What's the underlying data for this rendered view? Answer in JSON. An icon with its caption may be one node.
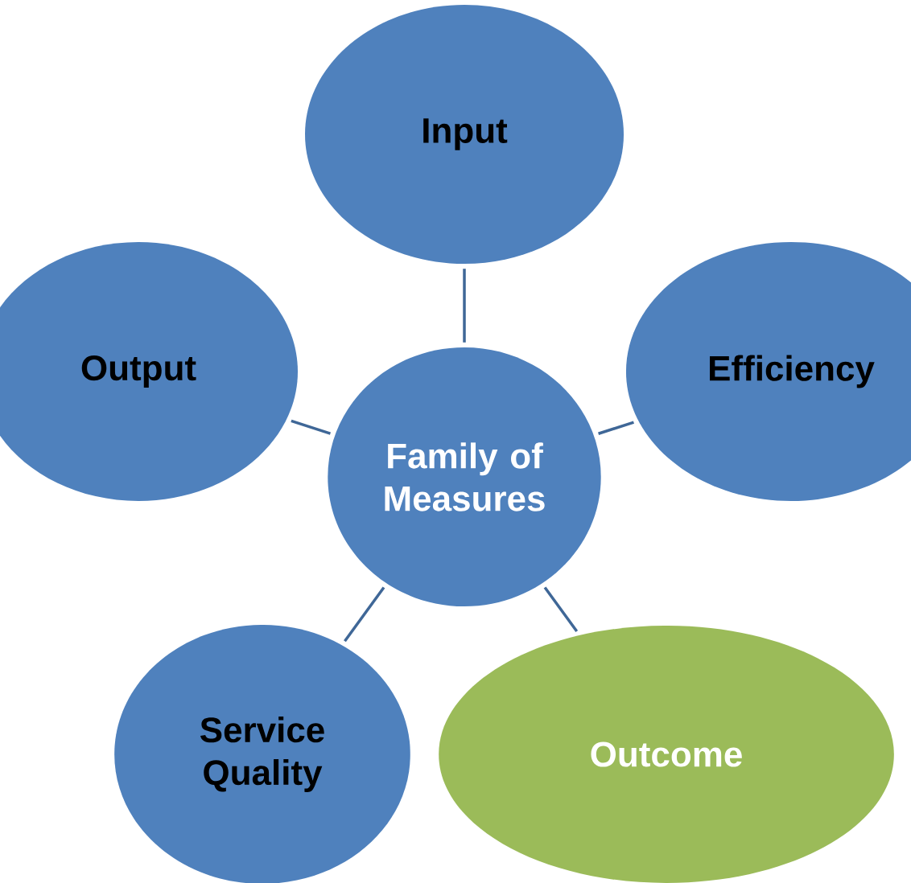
{
  "diagram": {
    "nodes": [
      {
        "text": [
          "Family of Measures"
        ]
      },
      {
        "text": [
          "Input"
        ]
      },
      {
        "text": [
          "Output"
        ]
      },
      {
        "text": [
          "Efficiency"
        ]
      },
      {
        "text": [
          "Service Quality"
        ]
      },
      {
        "text": [
          "Outcome"
        ]
      }
    ],
    "edges": [
      {
        "from": 0,
        "to": 1,
        "arrow": "none"
      },
      {
        "from": 0,
        "to": 2,
        "arrow": "none"
      },
      {
        "from": 0,
        "to": 3,
        "arrow": "none"
      },
      {
        "from": 0,
        "to": 4,
        "arrow": "none"
      },
      {
        "from": 0,
        "to": 5,
        "arrow": "none"
      }
    ]
  }
}
